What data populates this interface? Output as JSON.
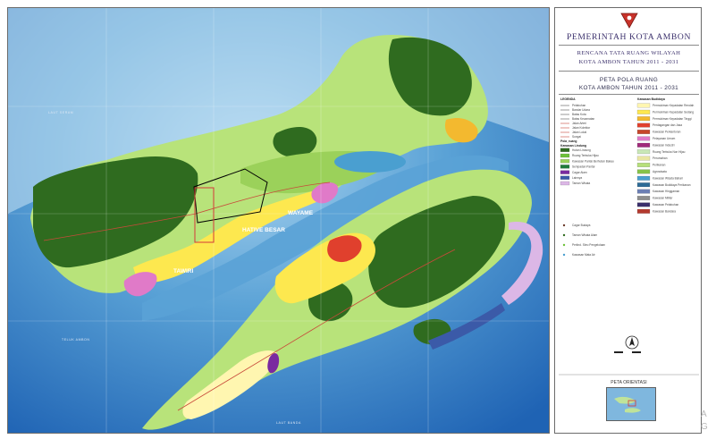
{
  "map": {
    "places": {
      "wayame": "WAYAME",
      "hative_besar": "HATIVE BESAR",
      "tawiri": "TAWIRI"
    },
    "sea_labels": [
      "LAUT SERAM",
      "TELUK AMBON",
      "LAUT BANDA"
    ]
  },
  "panel": {
    "logo_icon": "red-triangle-emblem-icon",
    "org": "PEMERINTAH KOTA AMBON",
    "title1": "RENCANA TATA RUANG WILAYAH",
    "title2": "KOTA AMBON TAHUN 2011 - 2031",
    "peta1": "PETA POLA RUANG",
    "peta2": "KOTA AMBON TAHUN 2011 - 2031",
    "legend_heading": "LEGENDA",
    "line_items": [
      "Pelabuhan",
      "Bandar Udara",
      "Batas Kota",
      "Batas Kecamatan",
      "Jalan Arteri",
      "Jalan Kolektor",
      "Jalan Lokal",
      "Sungai"
    ],
    "pola_heading": "Pola_ruang",
    "lindung_heading": "Kawasan Lindung",
    "lindung_items": [
      {
        "label": "Hutan Lindung",
        "color": "#2f6b1f"
      },
      {
        "label": "Ruang Terbuka Hijau",
        "color": "#6dc23a"
      },
      {
        "label": "Kawasan Pantai Berhutan Bakau",
        "color": "#9bd15a"
      },
      {
        "label": "Sempadan Pantai",
        "color": "#1f7a3a"
      },
      {
        "label": "Cagar Alam",
        "color": "#7a2aa0"
      },
      {
        "label": "Lainnya",
        "color": "#3b5aa8"
      },
      {
        "label": "Taman Wisata",
        "color": "#dcb7e6"
      }
    ],
    "budidaya_heading": "Kawasan Budidaya",
    "budidaya_items": [
      {
        "label": "Permukiman Kepadatan Rendah",
        "color": "#fff6b0"
      },
      {
        "label": "Permukiman Kepadatan Sedang",
        "color": "#fde84f"
      },
      {
        "label": "Permukiman Kepadatan Tinggi",
        "color": "#f3b92f"
      },
      {
        "label": "Perdagangan dan Jasa",
        "color": "#e0402d"
      },
      {
        "label": "Kawasan Perkantoran",
        "color": "#c7462a"
      },
      {
        "label": "Pelayanan Umum",
        "color": "#e07ac8"
      },
      {
        "label": "Kawasan Industri",
        "color": "#a02a7a"
      },
      {
        "label": "Ruang Terbuka Non Hijau",
        "color": "#c9e7b6"
      },
      {
        "label": "Perumahan",
        "color": "#e9e6a2"
      },
      {
        "label": "Perikanan",
        "color": "#b6e07a"
      },
      {
        "label": "Agrowisata",
        "color": "#86c24a"
      },
      {
        "label": "Kawasan Wisata Bahari",
        "color": "#4a9fd0"
      },
      {
        "label": "Kawasan Budidaya Perikanan",
        "color": "#2d6b96"
      },
      {
        "label": "Kawasan Hinggaman",
        "color": "#6c7fb4"
      },
      {
        "label": "Kawasan Militer",
        "color": "#8f8f8f"
      },
      {
        "label": "Kawasan Pelabuhan",
        "color": "#3a2f6b"
      },
      {
        "label": "Kawasan Bandara",
        "color": "#b43a2f"
      }
    ],
    "point_items": [
      "Cagar Budaya",
      "Taman Wisata Alam",
      "Perlind. Sbru Pengelolaan",
      "Kawasan Mata Air"
    ],
    "orientation_title": "PETA ORIENTASI"
  },
  "watermark": {
    "line1": "A",
    "line2": "G"
  }
}
